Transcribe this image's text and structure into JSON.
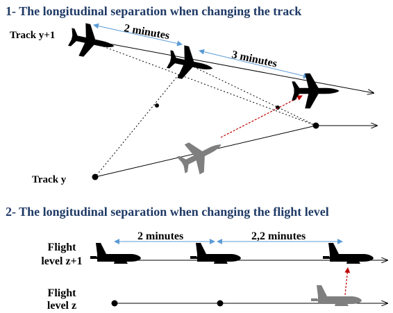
{
  "section1": {
    "title": "1- The longitudinal separation when changing the track",
    "track_upper_label": "Track y+1",
    "track_lower_label": "Track y",
    "separation_1": "2 minutes",
    "separation_2": "3 minutes"
  },
  "section2": {
    "title": "2- The longitudinal separation when changing the flight level",
    "upper_level_line1": "Flight",
    "upper_level_line2": "level z+1",
    "lower_level_line1": "Flight",
    "lower_level_line2": "level z",
    "separation_1": "2 minutes",
    "separation_2": "2,2 minutes"
  },
  "colors": {
    "title": "#1f3a66",
    "aircraft": "#000000",
    "changing_aircraft": "#7f7f7f",
    "arrow_blue": "#5b9bd5",
    "climb_red": "#c00000"
  },
  "icons": {
    "aircraft": "airplane-icon",
    "reporting_point": "dot-icon"
  }
}
